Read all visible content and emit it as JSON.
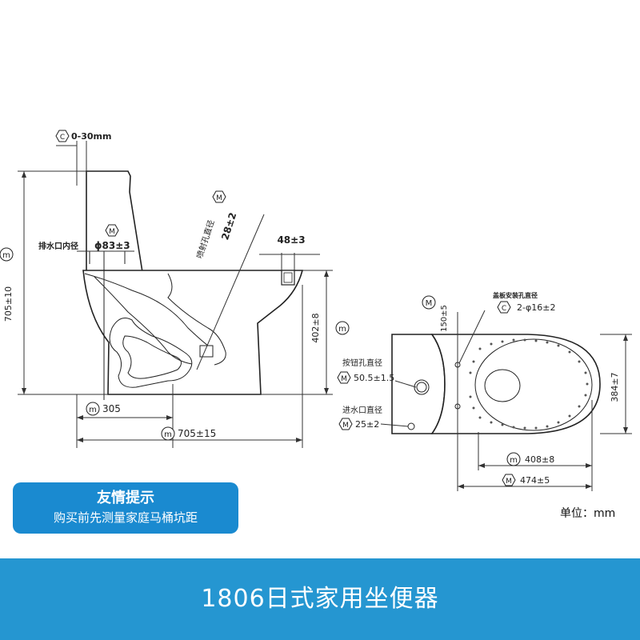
{
  "labels": {
    "offset": "0-30mm",
    "drain_inner_diameter": "排水口内径",
    "drain_diameter_value": "ϕ83±3",
    "spray_hole_diameter": "喷射孔直径",
    "spray_value": "28±2",
    "tank_width": "48±3",
    "left_height": "705±10",
    "rim_height": "402±8",
    "rough_in": "305",
    "length_side": "705±15",
    "lid_hole_diameter": "盖板安装孔直径",
    "lid_hole_value": "2-φ16±2",
    "button_hole_diameter": "按钮孔直径",
    "button_value": "50.5±1.5",
    "inlet_diameter": "进水口直径",
    "inlet_value": "25±2",
    "top_offset": "150±5",
    "width_top": "384±7",
    "seat_length": "408±8",
    "total_length": "474±5"
  },
  "markers": {
    "c": "C",
    "m_upper": "M",
    "m_lower": "m"
  },
  "tip": {
    "title": "友情提示",
    "body": "购买前先测量家庭马桶坑距"
  },
  "unit": "单位：mm",
  "footer": {
    "title": "1806日式家用坐便器"
  },
  "colors": {
    "tip_bg": "#1a8ad0",
    "footer_bg": "#2596d1"
  }
}
